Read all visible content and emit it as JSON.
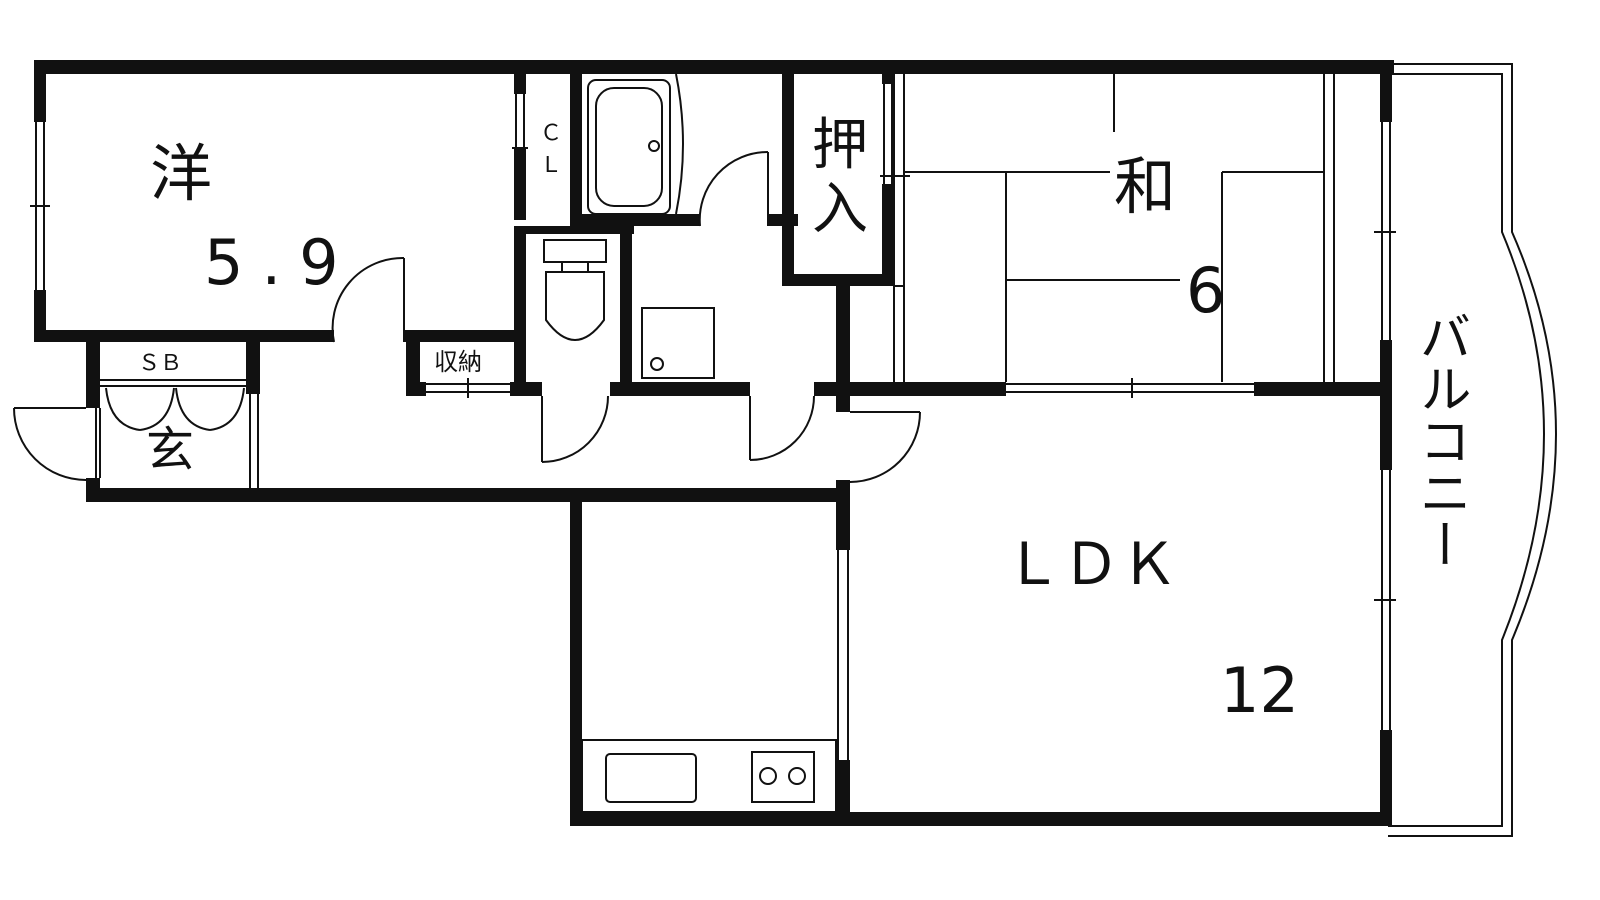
{
  "rooms": {
    "western": {
      "name": "洋",
      "size": "5.9"
    },
    "japanese": {
      "name": "和",
      "size": "6"
    },
    "ldk": {
      "name": "ＬＤＫ",
      "size": "12"
    },
    "balcony": {
      "name": "バルコニー"
    }
  },
  "labels": {
    "closet": "Ｃ\nＬ",
    "closet_c": "Ｃ",
    "closet_l": "Ｌ",
    "oshiire_1": "押",
    "oshiire_2": "入",
    "storage": "収納",
    "shoe_box": "ＳＢ",
    "entrance": "玄"
  },
  "colors": {
    "wall": "#111111",
    "background": "#ffffff"
  }
}
